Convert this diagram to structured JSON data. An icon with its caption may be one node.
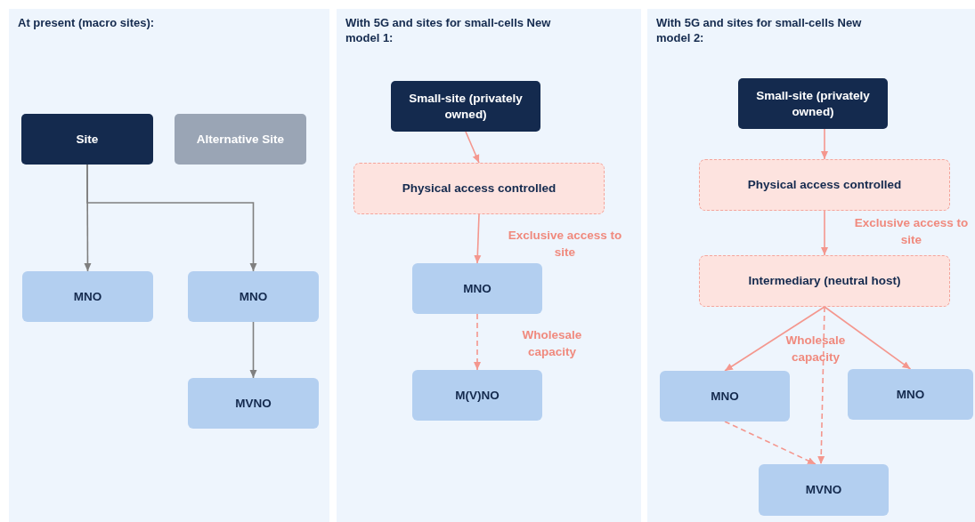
{
  "diagram": {
    "nodes": [
      {
        "text": [
          "At present (macro sites):"
        ]
      },
      {
        "text": [
          "Site"
        ],
        "in": 0
      },
      {
        "text": [
          "Alternative Site"
        ],
        "in": 0
      },
      {
        "text": [
          "MNO"
        ],
        "in": 0
      },
      {
        "text": [
          "MNO"
        ],
        "in": 0
      },
      {
        "text": [
          "MVNO"
        ],
        "in": 0
      },
      {
        "text": [
          "With 5G and sites for small-cells New model 1:"
        ]
      },
      {
        "text": [
          "Small-site (privately owned)"
        ],
        "in": 6
      },
      {
        "text": [
          "Physical access controlled"
        ],
        "in": 6
      },
      {
        "text": [
          "MNO"
        ],
        "in": 6
      },
      {
        "text": [
          "M(V)NO"
        ],
        "in": 6
      },
      {
        "text": [
          "With 5G and sites for small-cells New model 2:"
        ]
      },
      {
        "text": [
          "Small-site (privately owned)"
        ],
        "in": 11
      },
      {
        "text": [
          "Physical access controlled"
        ],
        "in": 11
      },
      {
        "text": [
          "Intermediary (neutral host)"
        ],
        "in": 11
      },
      {
        "text": [
          "MNO"
        ],
        "in": 11
      },
      {
        "text": [
          "MNO"
        ],
        "in": 11
      },
      {
        "text": [
          "MVNO"
        ],
        "in": 11
      }
    ],
    "edges": [
      {
        "from": 1,
        "to": 3,
        "arrow": "to",
        "color": "#7f7f7f"
      },
      {
        "from": 1,
        "to": 4,
        "arrow": "to",
        "color": "#7f7f7f"
      },
      {
        "from": 4,
        "to": 5,
        "arrow": "to",
        "color": "#7f7f7f"
      },
      {
        "from": 7,
        "to": 8,
        "arrow": "to"
      },
      {
        "from": 8,
        "to": 9,
        "arrow": "to",
        "label": "Exclusive access to site"
      },
      {
        "from": 9,
        "to": 10,
        "arrow": "to",
        "style": "dashed",
        "label": "Wholesale capacity"
      },
      {
        "from": 12,
        "to": 13,
        "arrow": "to"
      },
      {
        "from": 13,
        "to": 14,
        "arrow": "to",
        "label": "Exclusive access to site"
      },
      {
        "from": 14,
        "to": 15,
        "arrow": "to"
      },
      {
        "from": 14,
        "to": 16,
        "arrow": "to"
      },
      {
        "from": 14,
        "to": 17,
        "arrow": "to",
        "style": "dashed",
        "label": "Wholesale capacity"
      },
      {
        "from": 15,
        "to": 17,
        "arrow": "to",
        "style": "dashed"
      }
    ]
  }
}
